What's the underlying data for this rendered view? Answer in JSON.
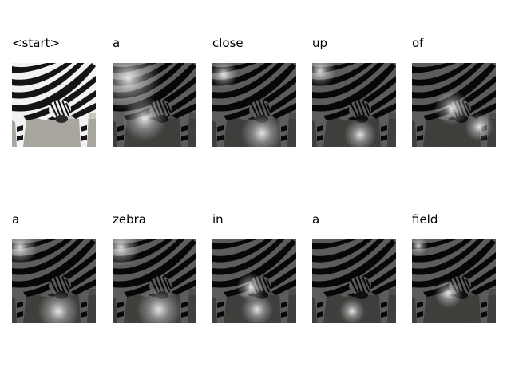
{
  "grid": {
    "cells": [
      {
        "word": "<start>",
        "image": "zebra-photo",
        "mode": "original"
      },
      {
        "word": "a",
        "image": "zebra-photo",
        "mode": "attention"
      },
      {
        "word": "close",
        "image": "zebra-photo",
        "mode": "attention"
      },
      {
        "word": "up",
        "image": "zebra-photo",
        "mode": "attention"
      },
      {
        "word": "of",
        "image": "zebra-photo",
        "mode": "attention"
      },
      {
        "word": "a",
        "image": "zebra-photo",
        "mode": "attention"
      },
      {
        "word": "zebra",
        "image": "zebra-photo",
        "mode": "attention"
      },
      {
        "word": "in",
        "image": "zebra-photo",
        "mode": "attention"
      },
      {
        "word": "a",
        "image": "zebra-photo",
        "mode": "attention"
      },
      {
        "word": "field",
        "image": "zebra-photo",
        "mode": "attention"
      }
    ]
  }
}
